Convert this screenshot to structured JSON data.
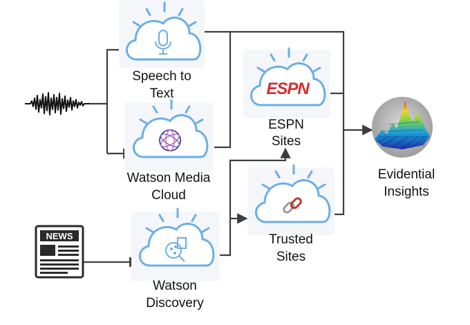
{
  "nodes": {
    "speech": {
      "label1": "Speech to",
      "label2": "Text",
      "icon": "microphone-icon"
    },
    "media": {
      "label1": "Watson Media",
      "label2": "Cloud",
      "icon": "watson-media-icon"
    },
    "discovery": {
      "label1": "Watson",
      "label2": "Discovery",
      "icon": "discovery-search-icon"
    },
    "espn": {
      "label1": "ESPN",
      "label2": "Sites",
      "logo_text": "ESPN",
      "icon": "espn-logo"
    },
    "trusted": {
      "label1": "Trusted",
      "label2": "Sites",
      "icon": "chain-link-icon"
    },
    "insights": {
      "label1": "Evidential",
      "label2": "Insights",
      "icon": "3d-surface-plot-icon"
    },
    "audio": {
      "icon": "audio-waveform-icon"
    },
    "news": {
      "text": "NEWS",
      "icon": "newspaper-icon"
    }
  },
  "colors": {
    "cloud_stroke": "#6aaee6",
    "connector": "#3d3d3d",
    "espn_red": "#d32f2f"
  }
}
